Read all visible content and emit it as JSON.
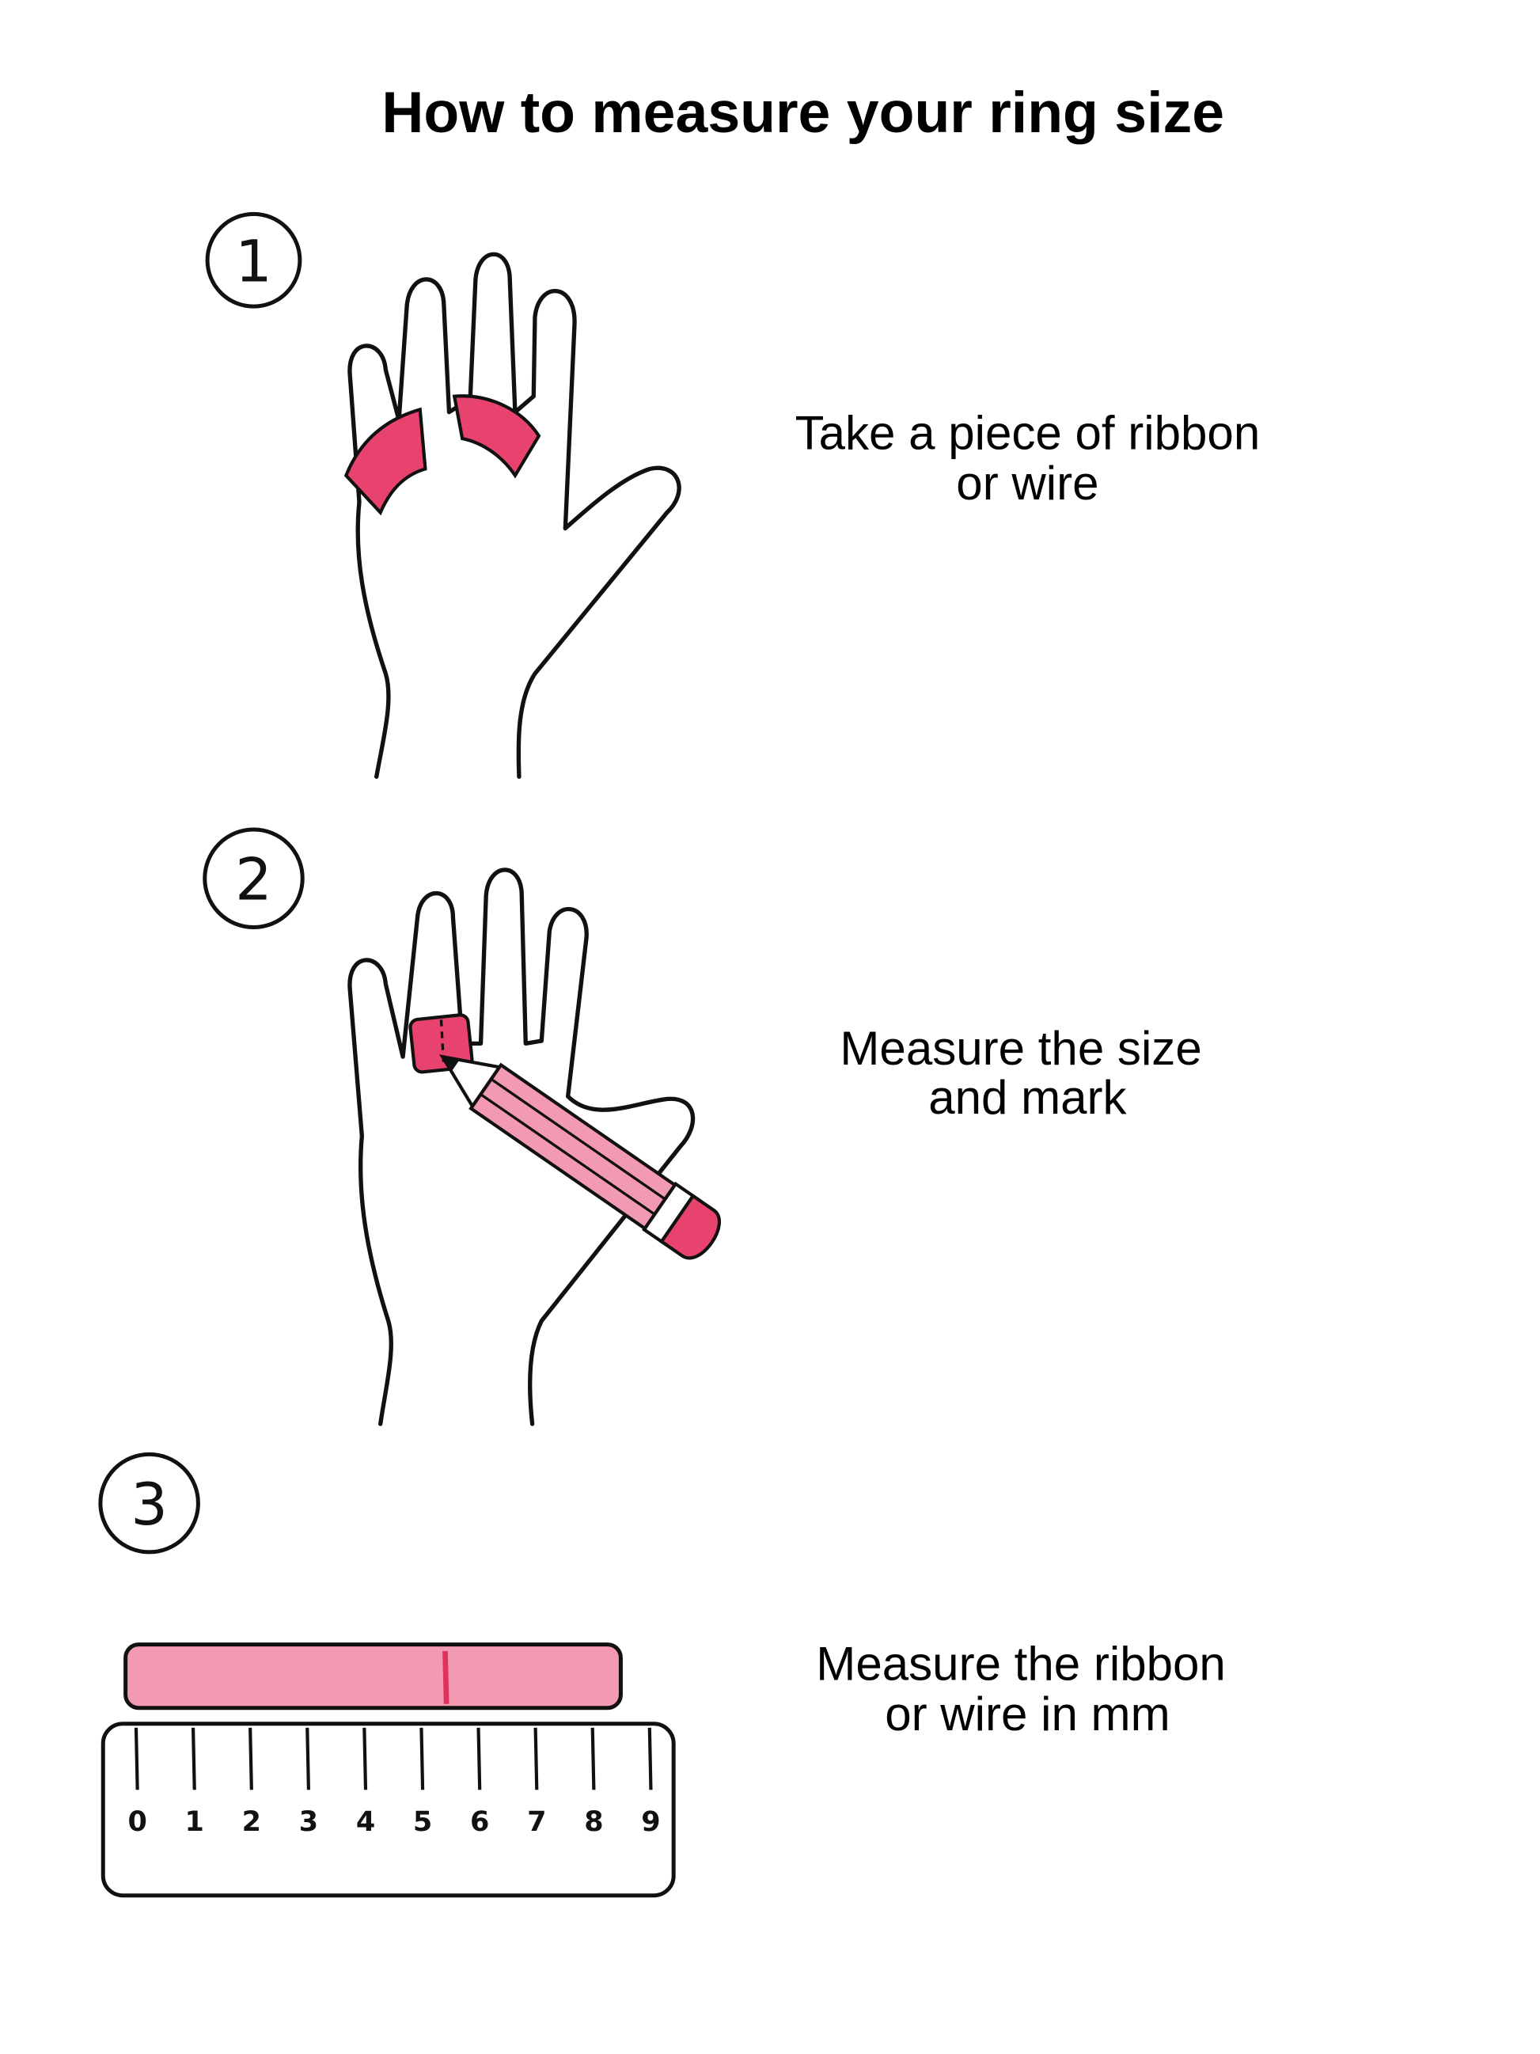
{
  "title": "How to measure your ring size",
  "steps": [
    {
      "number": "1",
      "lines": [
        "Take a piece of ribbon",
        "or wire"
      ]
    },
    {
      "number": "2",
      "lines": [
        "Measure the size",
        "and mark"
      ]
    },
    {
      "number": "3",
      "lines": [
        "Measure the ribbon",
        "or wire in mm"
      ]
    }
  ],
  "ruler": {
    "labels": [
      "0",
      "1",
      "2",
      "3",
      "4",
      "5",
      "6",
      "7",
      "8",
      "9"
    ]
  },
  "colors": {
    "ribbon_dark": "#e8436e",
    "ribbon_light": "#f29ab2",
    "mark": "#e0325f"
  }
}
